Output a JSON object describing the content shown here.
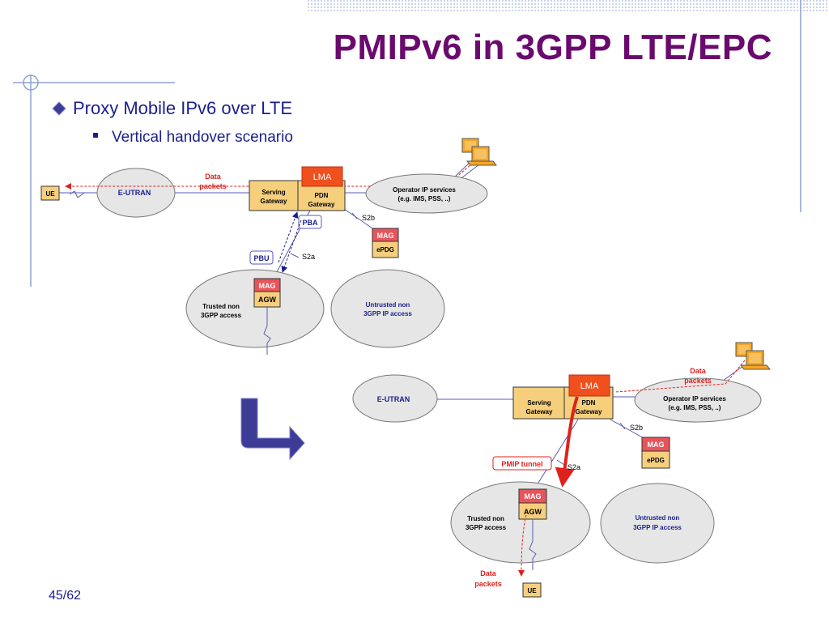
{
  "slide": {
    "title": "PMIPv6 in 3GPP LTE/EPC",
    "bullet1": "Proxy Mobile IPv6 over LTE",
    "bullet2": "Vertical handover scenario",
    "page_number": "45/62"
  },
  "diagram_top": {
    "ue": "UE",
    "eutran": "E-UTRAN",
    "data_packets": [
      "Data",
      "packets"
    ],
    "lma": "LMA",
    "serving_gw": [
      "Serving",
      "Gateway"
    ],
    "pdn_gw": [
      "PDN",
      "Gateway"
    ],
    "operator": [
      "Operator IP services",
      "(e.g. IMS, PSS, ..)"
    ],
    "pba": "PBA",
    "pbu": "PBU",
    "s2a": "S2a",
    "s2b": "S2b",
    "mag_trusted": "MAG",
    "agw": "AGW",
    "mag_untrusted": "MAG",
    "epdg": "ePDG",
    "trusted": [
      "Trusted non",
      "3GPP access"
    ],
    "untrusted": [
      "Untrusted non",
      "3GPP IP access"
    ]
  },
  "diagram_bottom": {
    "eutran": "E-UTRAN",
    "lma": "LMA",
    "serving_gw": [
      "Serving",
      "Gateway"
    ],
    "pdn_gw": [
      "PDN",
      "Gateway"
    ],
    "operator": [
      "Operator IP services",
      "(e.g. IMS, PSS, ..)"
    ],
    "data_packets_top": [
      "Data",
      "packets"
    ],
    "pmip_tunnel": "PMIP tunnel",
    "s2a": "S2a",
    "s2b": "S2b",
    "mag_trusted": "MAG",
    "agw": "AGW",
    "mag_untrusted": "MAG",
    "epdg": "ePDG",
    "trusted": [
      "Trusted non",
      "3GPP access"
    ],
    "untrusted": [
      "Untrusted non",
      "3GPP IP access"
    ],
    "data_packets_bottom": [
      "Data",
      "packets"
    ],
    "ue": "UE"
  },
  "colors": {
    "title": "#6b0a6e",
    "body_text": "#1a1f8c",
    "gateway_fill": "#f6cf7d",
    "mag_fill": "#e8545b",
    "lma_fill": "#f0501e",
    "cloud_fill": "#e6e6e6",
    "packets_red": "#e0201c",
    "arrow_blue": "#3c3c96"
  }
}
